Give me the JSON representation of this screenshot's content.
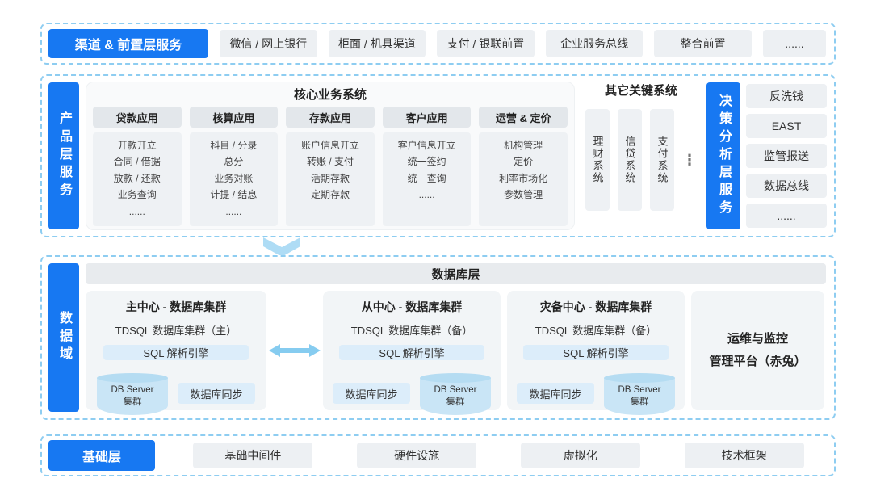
{
  "channel_layer": {
    "label": "渠道 & 前置层服务",
    "items": [
      "微信 / 网上银行",
      "柜面 / 机具渠道",
      "支付 / 银联前置",
      "企业服务总线",
      "整合前置",
      "......"
    ]
  },
  "product_layer": {
    "label": "产品层服务",
    "core_title": "核心业务系统",
    "core_columns": [
      {
        "title": "贷款应用",
        "lines": [
          "开款开立",
          "合同 / 借据",
          "放款 / 还款",
          "业务查询",
          "......"
        ]
      },
      {
        "title": "核算应用",
        "lines": [
          "科目 / 分录",
          "总分",
          "业务对账",
          "计提 / 结息",
          "......"
        ]
      },
      {
        "title": "存款应用",
        "lines": [
          "账户信息开立",
          "转账 / 支付",
          "活期存款",
          "定期存款",
          ""
        ]
      },
      {
        "title": "客户应用",
        "lines": [
          "客户信息开立",
          "统一签约",
          "统一查询",
          "......",
          ""
        ]
      },
      {
        "title": "运营 & 定价",
        "lines": [
          "机构管理",
          "定价",
          "利率市场化",
          "参数管理",
          ""
        ]
      }
    ],
    "other_title": "其它关键系统",
    "other_systems": [
      "理财系统",
      "信贷系统",
      "支付系统"
    ],
    "other_more": "⋮"
  },
  "decision_layer": {
    "label": "决策分析层服务",
    "items": [
      "反洗钱",
      "EAST",
      "监管报送",
      "数据总线",
      "......"
    ]
  },
  "data_domain": {
    "label": "数据域",
    "db_layer_title": "数据库层",
    "clusters": [
      {
        "title": "主中心 - 数据库集群",
        "subtitle": "TDSQL 数据库集群（主）",
        "engine": "SQL 解析引擎",
        "db_lines": [
          "DB Server",
          "集群"
        ],
        "sync": "数据库同步"
      },
      {
        "title": "从中心 - 数据库集群",
        "subtitle": "TDSQL 数据库集群（备）",
        "engine": "SQL 解析引擎",
        "db_lines": [
          "DB Server",
          "集群"
        ],
        "sync": "数据库同步"
      },
      {
        "title": "灾备中心 - 数据库集群",
        "subtitle": "TDSQL 数据库集群（备）",
        "engine": "SQL 解析引擎",
        "db_lines": [
          "DB Server",
          "集群"
        ],
        "sync": "数据库同步"
      }
    ],
    "ops_platform": {
      "line1": "运维与监控",
      "line2": "管理平台（赤兔）"
    }
  },
  "foundation_layer": {
    "label": "基础层",
    "items": [
      "基础中间件",
      "硬件设施",
      "虚拟化",
      "技术框架"
    ]
  },
  "colors": {
    "accent_blue": "#1778f2",
    "dashed_border": "#8ecdf1",
    "light_blue_fill": "#dcedfa"
  }
}
